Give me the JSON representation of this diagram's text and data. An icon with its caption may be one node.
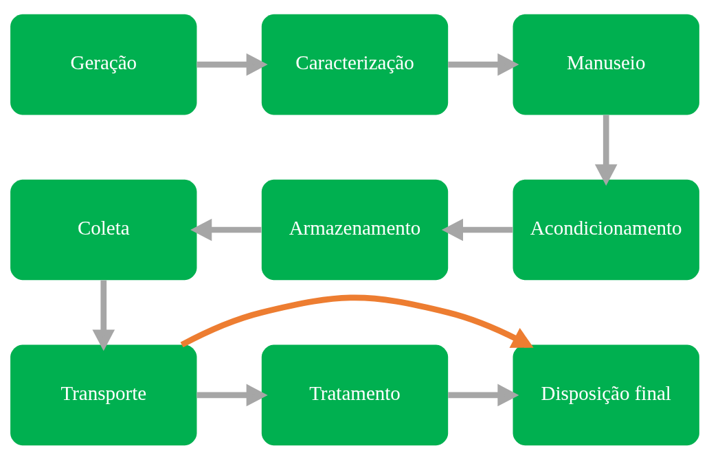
{
  "diagram": {
    "nodes": [
      {
        "text": [
          "Geração"
        ]
      },
      {
        "text": [
          "Caracterização"
        ]
      },
      {
        "text": [
          "Manuseio"
        ]
      },
      {
        "text": [
          "Coleta"
        ]
      },
      {
        "text": [
          "Armazenamento"
        ]
      },
      {
        "text": [
          "Acondicionamento"
        ]
      },
      {
        "text": [
          "Transporte"
        ]
      },
      {
        "text": [
          "Tratamento"
        ]
      },
      {
        "text": [
          "Disposição final"
        ]
      }
    ],
    "edges": [
      {
        "from": 0,
        "to": 1,
        "arrow": "to"
      },
      {
        "from": 1,
        "to": 2,
        "arrow": "to"
      },
      {
        "from": 2,
        "to": 5,
        "arrow": "to"
      },
      {
        "from": 5,
        "to": 4,
        "arrow": "to"
      },
      {
        "from": 4,
        "to": 3,
        "arrow": "to"
      },
      {
        "from": 3,
        "to": 6,
        "arrow": "to"
      },
      {
        "from": 6,
        "to": 7,
        "arrow": "to"
      },
      {
        "from": 7,
        "to": 8,
        "arrow": "to"
      },
      {
        "from": 6,
        "to": 8,
        "arrow": "to",
        "color": "#ed7d31"
      }
    ]
  }
}
